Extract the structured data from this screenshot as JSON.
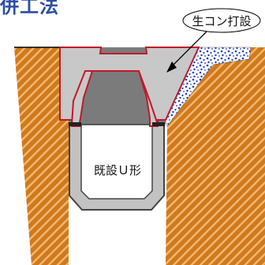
{
  "title_fragment": "併工法",
  "callout_label": "生コン打設",
  "ushape_label": "既設Ｕ形"
}
